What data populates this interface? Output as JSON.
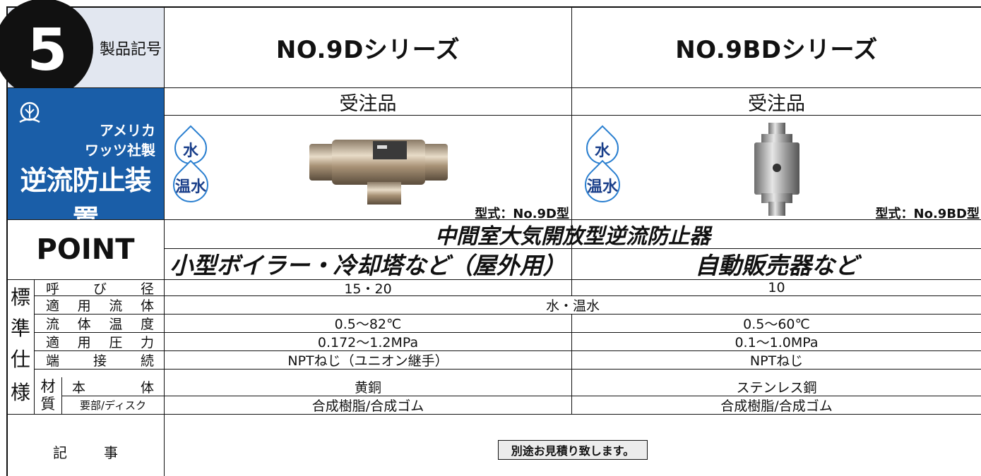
{
  "header": {
    "number": "5",
    "label": "製品記号",
    "columns": [
      "NO.9Dシリーズ",
      "NO.9BDシリーズ"
    ]
  },
  "brand": {
    "line1": "アメリカ",
    "line2": "ワッツ社製",
    "title": "逆流防止装置"
  },
  "products": [
    {
      "order": "受注品",
      "model": "型式：No.9D型",
      "fluids": [
        "水",
        "温水"
      ]
    },
    {
      "order": "受注品",
      "model": "型式：No.9BD型",
      "fluids": [
        "水",
        "温水"
      ]
    }
  ],
  "point": {
    "label": "POINT",
    "banner": "中間室大気開放型逆流防止器",
    "subs": [
      "小型ボイラー・冷却塔など（屋外用）",
      "自動販売器など"
    ]
  },
  "spec": {
    "category": [
      "標",
      "準",
      "仕",
      "様"
    ],
    "material_group": [
      "材",
      "質"
    ],
    "rows": [
      {
        "label": [
          "呼",
          "び",
          "径"
        ],
        "values": [
          "15・20",
          "10"
        ]
      },
      {
        "label": [
          "適",
          "用",
          "流",
          "体"
        ],
        "merged": "水・温水"
      },
      {
        "label": [
          "流",
          "体",
          "温",
          "度"
        ],
        "values": [
          "0.5〜82℃",
          "0.5〜60℃"
        ]
      },
      {
        "label": [
          "適",
          "用",
          "圧",
          "力"
        ],
        "values": [
          "0.172〜1.2MPa",
          "0.1〜1.0MPa"
        ]
      },
      {
        "label": [
          "端",
          "接",
          "続"
        ],
        "values": [
          "NPTねじ（ユニオン継手）",
          "NPTねじ"
        ]
      },
      {
        "label": [
          "本",
          "体"
        ],
        "values": [
          "黄銅",
          "ステンレス鋼"
        ]
      },
      {
        "label": [
          "要部/ディスク"
        ],
        "values": [
          "合成樹脂/合成ゴム",
          "合成樹脂/合成ゴム"
        ]
      }
    ]
  },
  "notes": {
    "label": [
      "記",
      "事"
    ],
    "text": "別途お見積り致します。"
  },
  "colors": {
    "accent": "#1a5ea8",
    "header_bg": "#e2e7f0",
    "drop": "#2a7fd0"
  }
}
